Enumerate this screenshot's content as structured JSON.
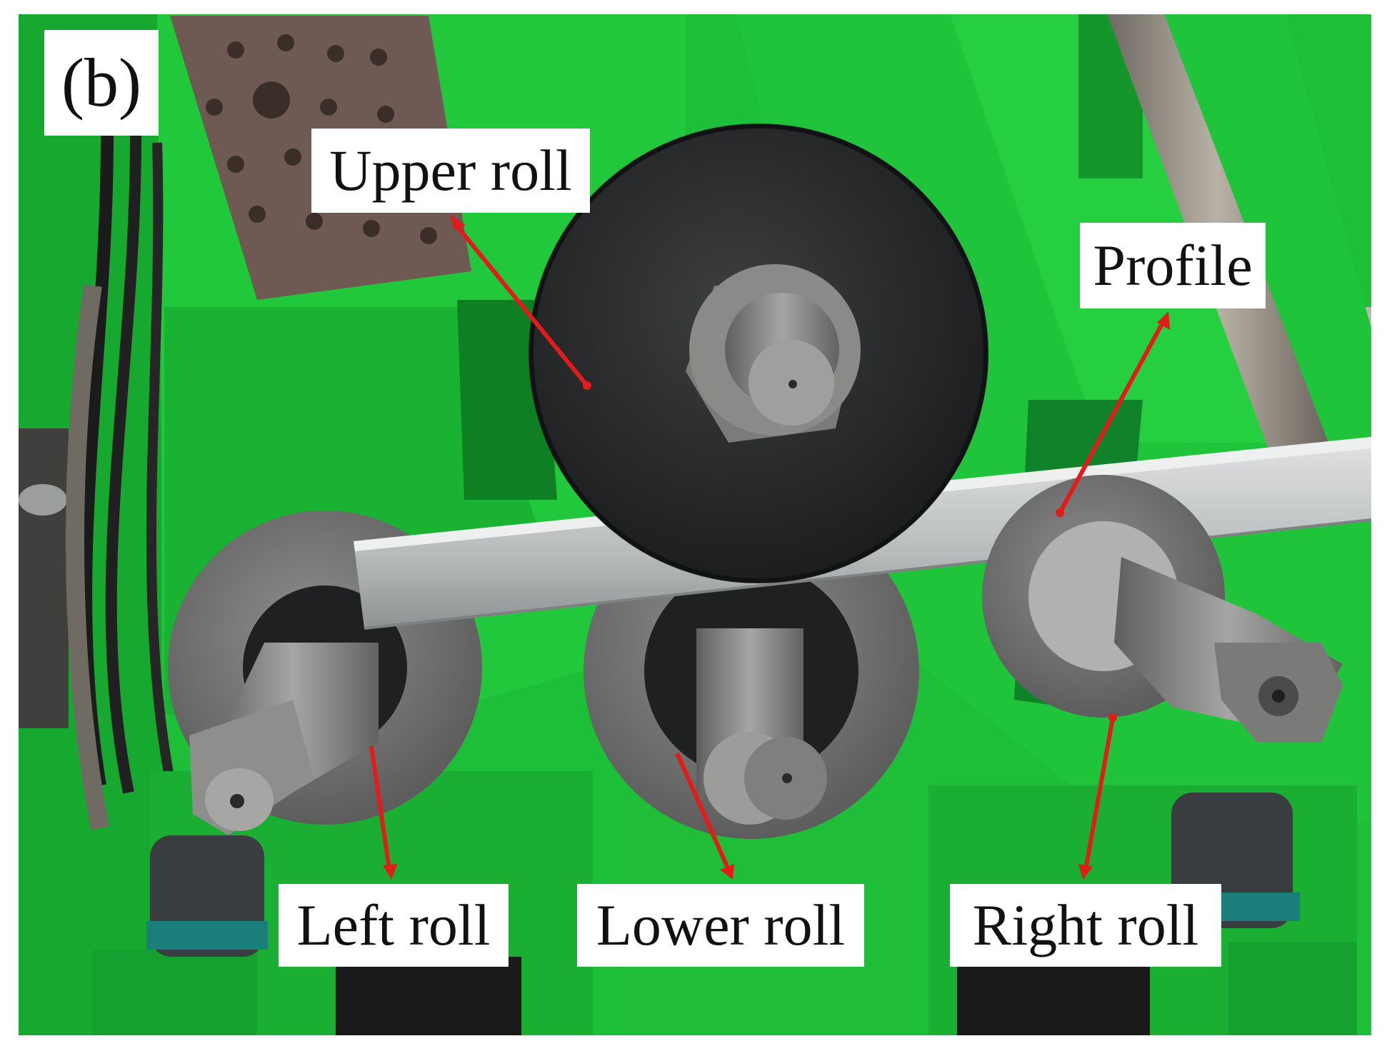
{
  "figure": {
    "panel_label": "(b)",
    "labels": {
      "upper_roll": "Upper roll",
      "profile": "Profile",
      "left_roll": "Left roll",
      "lower_roll": "Lower roll",
      "right_roll": "Right roll"
    }
  },
  "colors": {
    "machine_green": "#1fc43a",
    "machine_green_dark": "#118a26",
    "roll_dark": "#2a2c2e",
    "steel": "#8a8a88",
    "profile_metal": "#c9cccd",
    "arrow": "#e21b1b",
    "label_bg": "#ffffff"
  }
}
